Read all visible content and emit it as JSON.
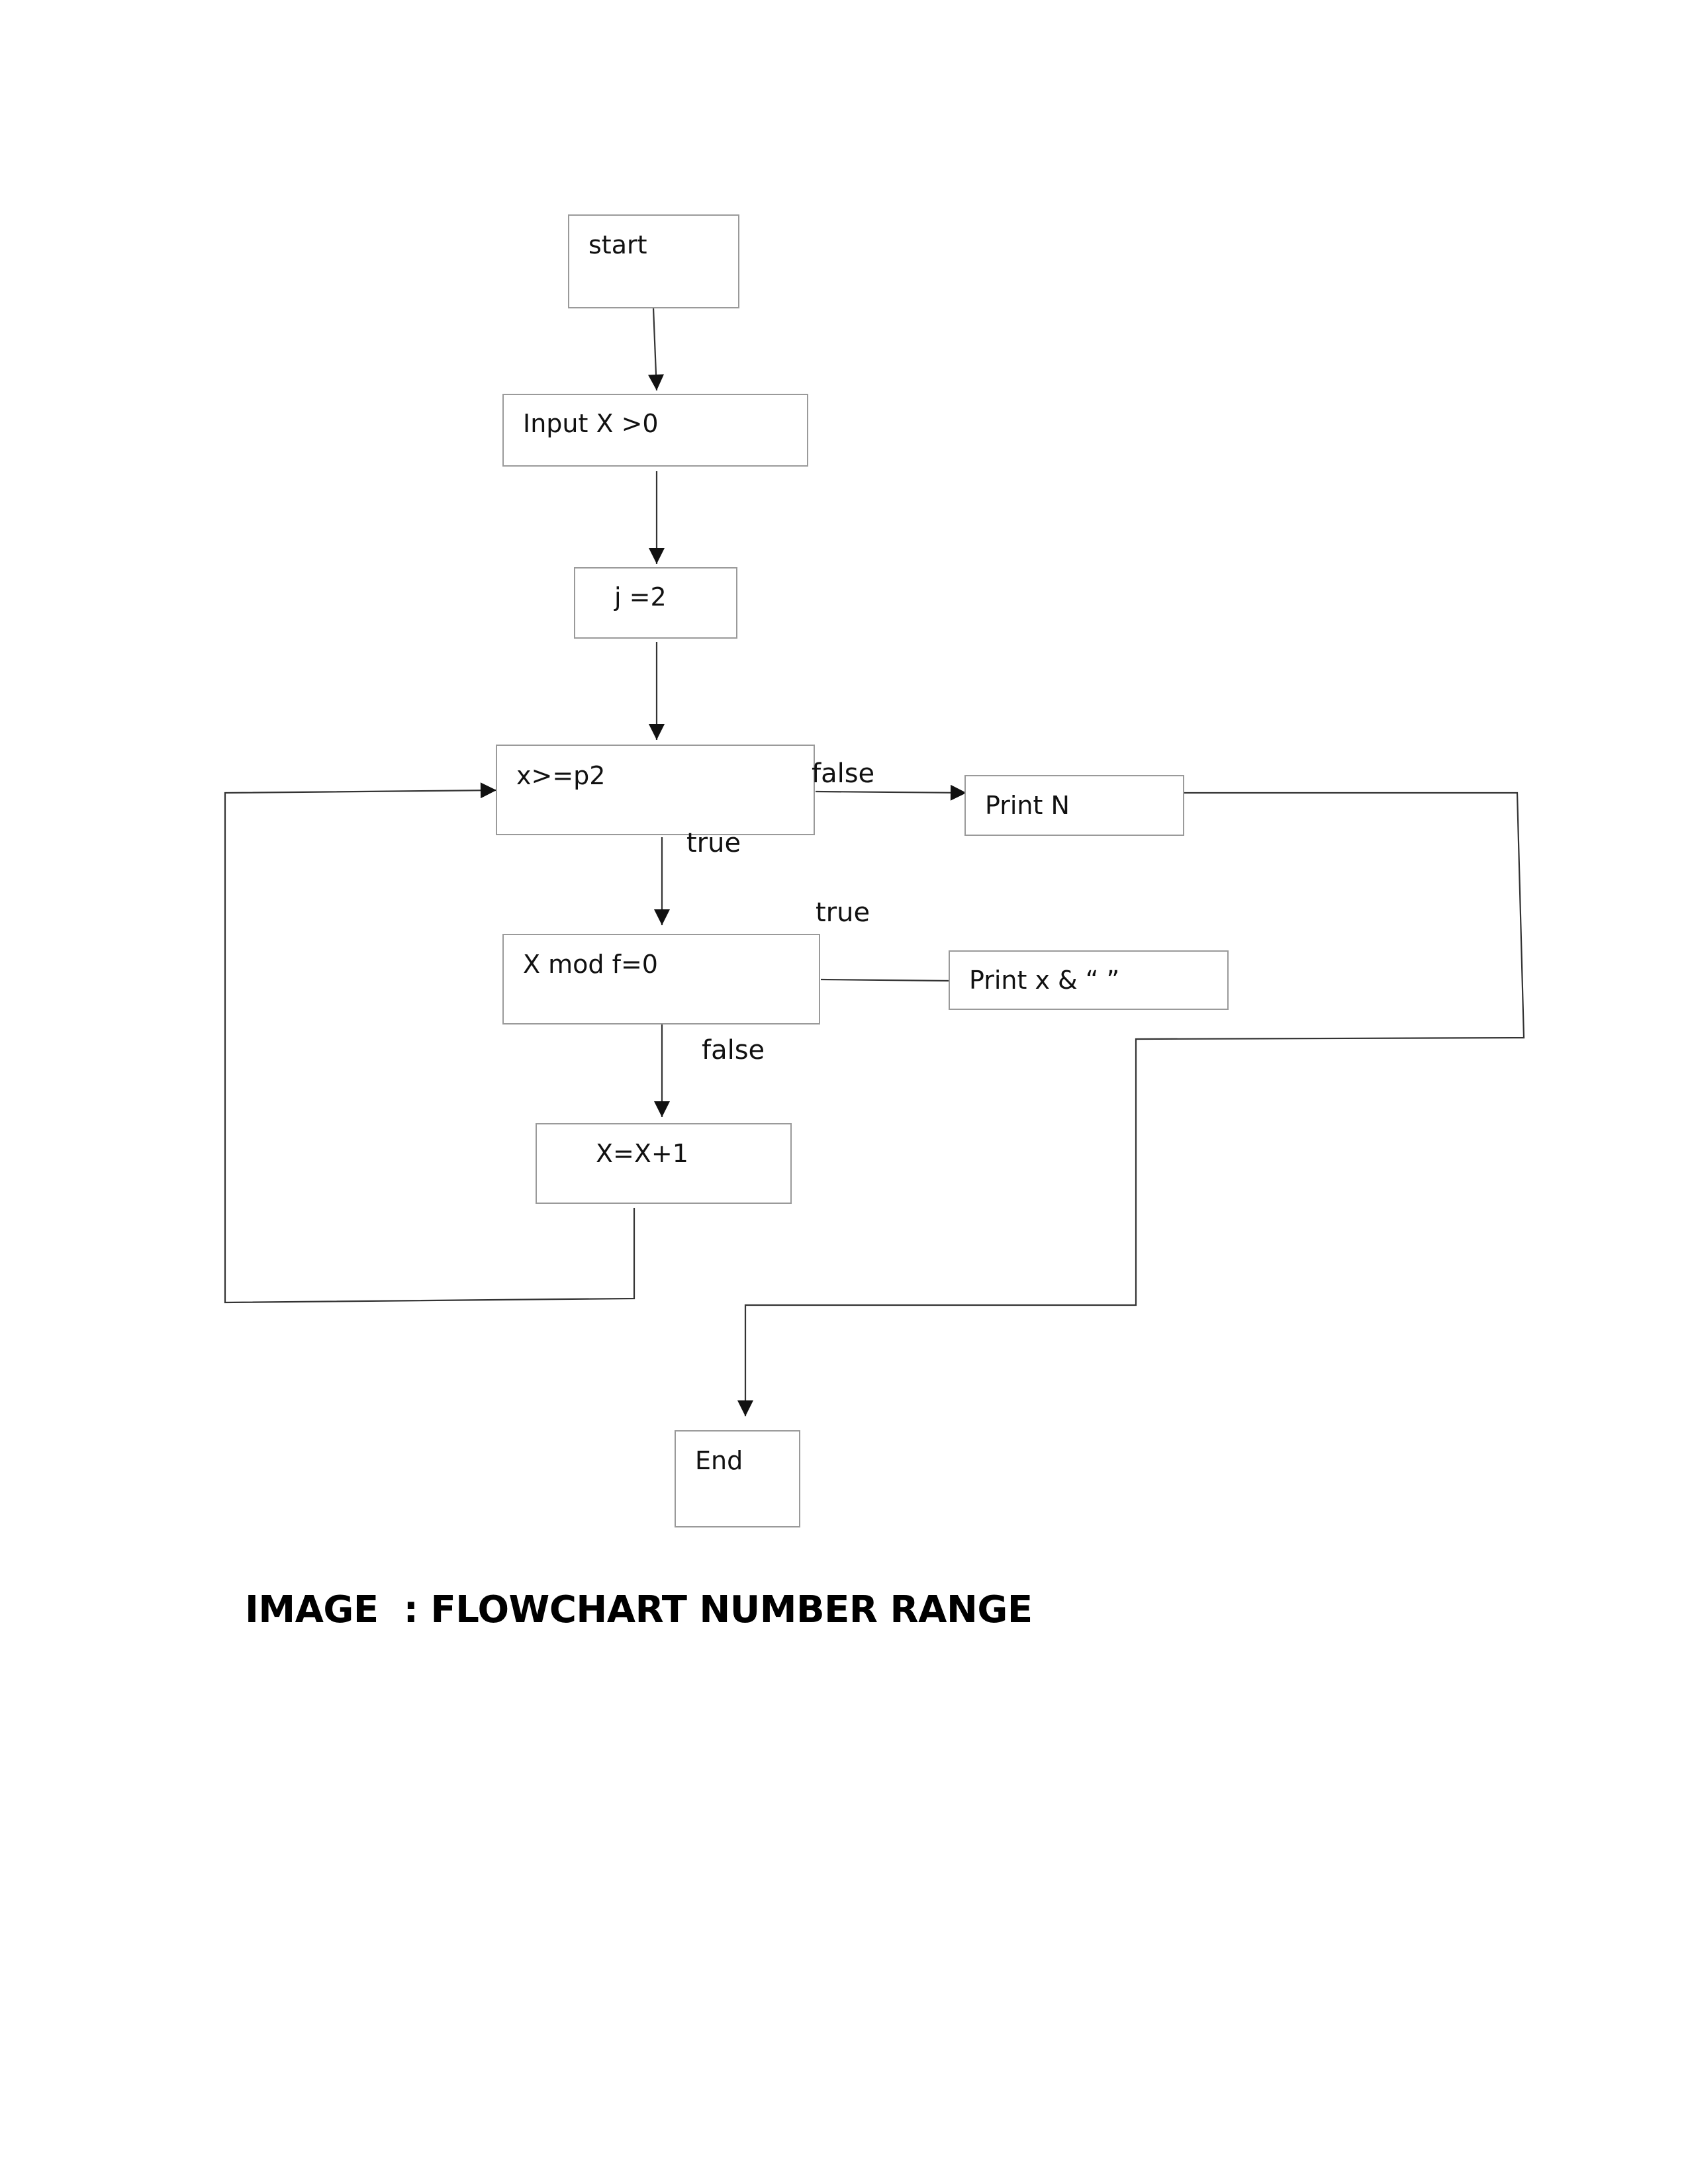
{
  "nodes": {
    "start": "start",
    "input": "Input X >0",
    "init": "j =2",
    "condition": "x>=p2",
    "print_n": "Print N",
    "mod_check": "X mod f=0",
    "print_x": "Print x & “ ”",
    "increment": "X=X+1",
    "end": "End"
  },
  "edge_labels": {
    "cond_false": "false",
    "cond_true": "true",
    "mod_true": "true",
    "mod_false": "false"
  },
  "caption": "IMAGE  : FLOWCHART NUMBER RANGE"
}
